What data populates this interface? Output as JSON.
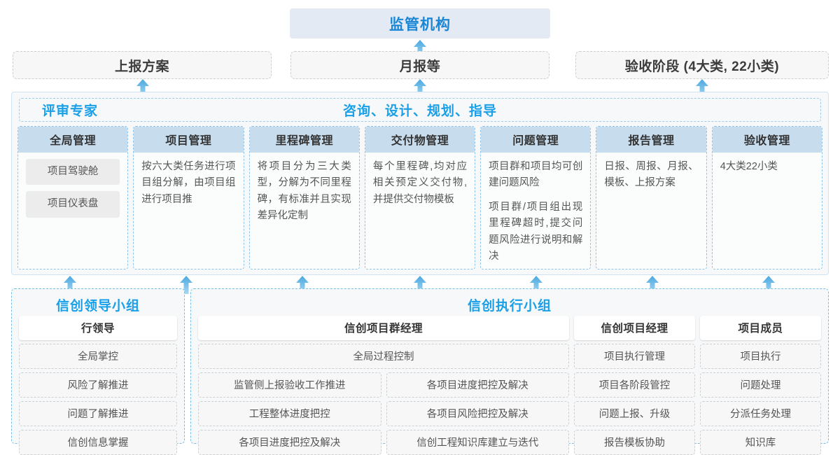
{
  "top": {
    "regulator": "监管机构",
    "reports": [
      {
        "label": "上报方案"
      },
      {
        "label": "月报等"
      },
      {
        "label": "验收阶段 (4大类, 22小类)"
      }
    ]
  },
  "middle": {
    "left_label": "评审专家",
    "center_label": "咨询、设计、规划、指导",
    "columns": [
      {
        "header": "全局管理",
        "pills": [
          "项目驾驶舱",
          "项目仪表盘"
        ],
        "paragraphs": []
      },
      {
        "header": "项目管理",
        "pills": [],
        "paragraphs": [
          "按六大类任务进行项目组分解，由项目组进行项目推"
        ]
      },
      {
        "header": "里程碑管理",
        "pills": [],
        "paragraphs": [
          "将项目分为三大类型，分解为不同里程碑，有标准并且实现差异化定制"
        ]
      },
      {
        "header": "交付物管理",
        "pills": [],
        "paragraphs": [
          "每个里程碑,均对应相关预定义交付物,并提供交付物模板"
        ]
      },
      {
        "header": "问题管理",
        "pills": [],
        "paragraphs": [
          "项目群和项目均可创建问题风险",
          "项目群/项目组出现里程碑超时,提交问题风险进行说明和解决"
        ]
      },
      {
        "header": "报告管理",
        "pills": [],
        "paragraphs": [
          "日报、周报、月报、模板、上报方案"
        ]
      },
      {
        "header": "验收管理",
        "pills": [],
        "paragraphs": [
          "4大类22小类"
        ]
      }
    ]
  },
  "bottom": {
    "leadership": {
      "title": "信创领导小组",
      "head": "行领导",
      "items": [
        "全局掌控",
        "风险了解推进",
        "问题了解推进",
        "信创信息掌握"
      ]
    },
    "execution": {
      "title": "信创执行小组",
      "groups": [
        {
          "head": "信创项目群经理",
          "wide_item": "全局过程控制",
          "left_items": [
            "监管侧上报验收工作推进",
            "工程整体进度把控",
            "各项目进度把控及解决"
          ],
          "right_items": [
            "各项目进度把控及解决",
            "各项目风险把控及解决",
            "信创工程知识库建立与迭代"
          ]
        },
        {
          "head": "信创项目经理",
          "items": [
            "项目执行管理",
            "项目各阶段管控",
            "问题上报、升级",
            "报告模板协助"
          ]
        },
        {
          "head": "项目成员",
          "items": [
            "项目执行",
            "问题处理",
            "分派任务处理",
            "知识库"
          ]
        }
      ]
    }
  },
  "arrows": {
    "icon": "arrow-up-icon",
    "color": "#63b9e8",
    "top_row_x": [
      600
    ],
    "second_row_x": [
      204,
      600,
      1003
    ],
    "third_row_x": [
      100,
      266,
      432,
      600,
      766,
      932,
      1098
    ]
  },
  "colors": {
    "accent": "#19a0e8",
    "regulator_bg": "#e4eaf3",
    "col_head_bg": "#c7dced",
    "arrow": "#63b9e8"
  }
}
